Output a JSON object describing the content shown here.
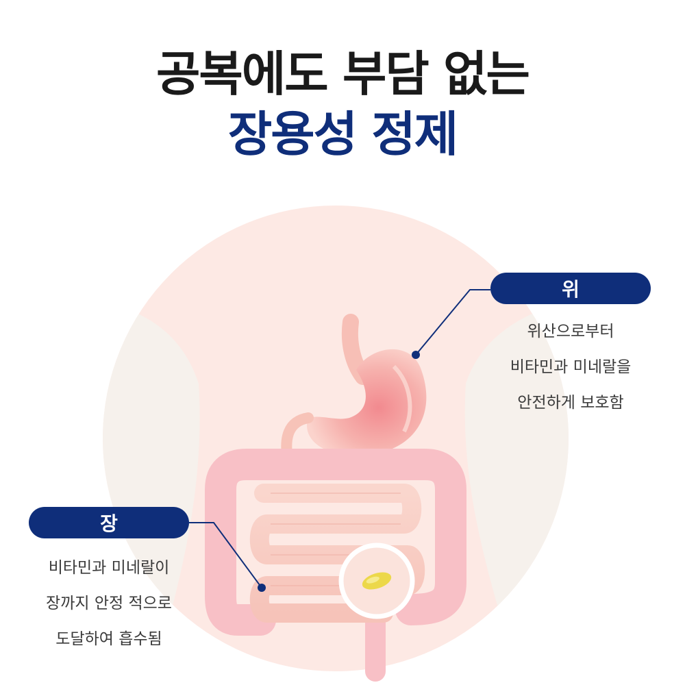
{
  "headline": {
    "line1": "공복에도 부담 없는",
    "line2": "장용성 정제"
  },
  "callouts": {
    "stomach": {
      "label": "위",
      "lines": [
        "위산으로부터",
        "비타민과 미네랄을",
        "안전하게 보호함"
      ]
    },
    "intestine": {
      "label": "장",
      "lines": [
        "비타민과 미네랄이",
        "장까지 안정 적으로",
        "도달하여 흡수됨"
      ]
    }
  },
  "colors": {
    "navy": "#0f2e7a",
    "headline_dark": "#1a1a1a",
    "body_circle": "#fde9e4",
    "stomach": "#f7b3b0",
    "intestine": "#f9cfc6",
    "tablet": "#ecd84a"
  },
  "icons": {
    "tablet": "enteric-coated-tablet-icon"
  }
}
